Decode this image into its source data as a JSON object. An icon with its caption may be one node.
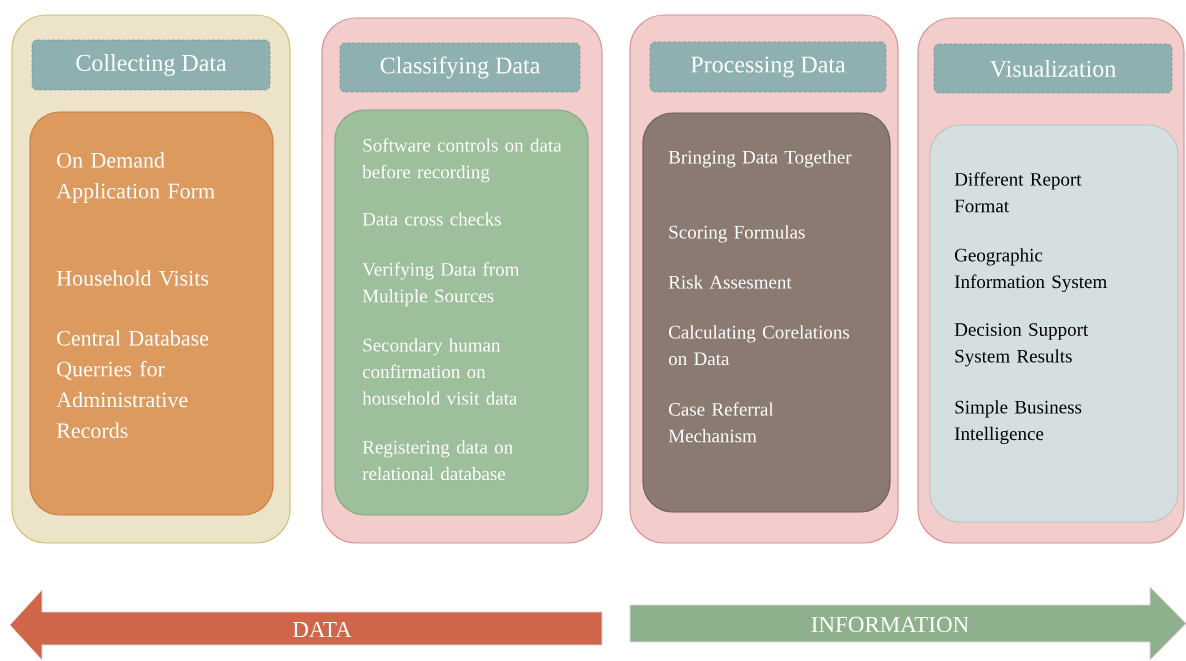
{
  "diagram": {
    "nodes": [
      {
        "text": [],
        "shape": "box"
      },
      {
        "text": [
          "Collecting Data"
        ],
        "in": 0
      },
      {
        "text": [
          "On Demand Application Form",
          "Household Visits",
          "Central Database Querries for Administrative Records"
        ],
        "in": 0
      },
      {
        "text": [],
        "shape": "box"
      },
      {
        "text": [
          "Classifying Data"
        ],
        "in": 3
      },
      {
        "text": [
          "Software controls on data before recording",
          "Data cross checks",
          "Verifying Data from Multiple Sources",
          "Secondary human confirmation on household visit data",
          "Registering data on relational database"
        ],
        "in": 3
      },
      {
        "text": [],
        "shape": "box"
      },
      {
        "text": [
          "Processing Data"
        ],
        "in": 6
      },
      {
        "text": [
          "Bringing Data Together",
          "Scoring Formulas",
          "Risk Assesment",
          "Calculating Corelations on Data",
          "Case Referral Mechanism"
        ],
        "in": 6
      },
      {
        "text": [],
        "shape": "box"
      },
      {
        "text": [
          "Visualization"
        ],
        "in": 9
      },
      {
        "text": [
          "Different Report Format",
          "Geographic Information System",
          "Decision Support System Results",
          "Simple Business Intelligence"
        ],
        "in": 9
      },
      {
        "text": [
          "DATA"
        ]
      },
      {
        "text": [
          "INFORMATION"
        ]
      }
    ]
  }
}
